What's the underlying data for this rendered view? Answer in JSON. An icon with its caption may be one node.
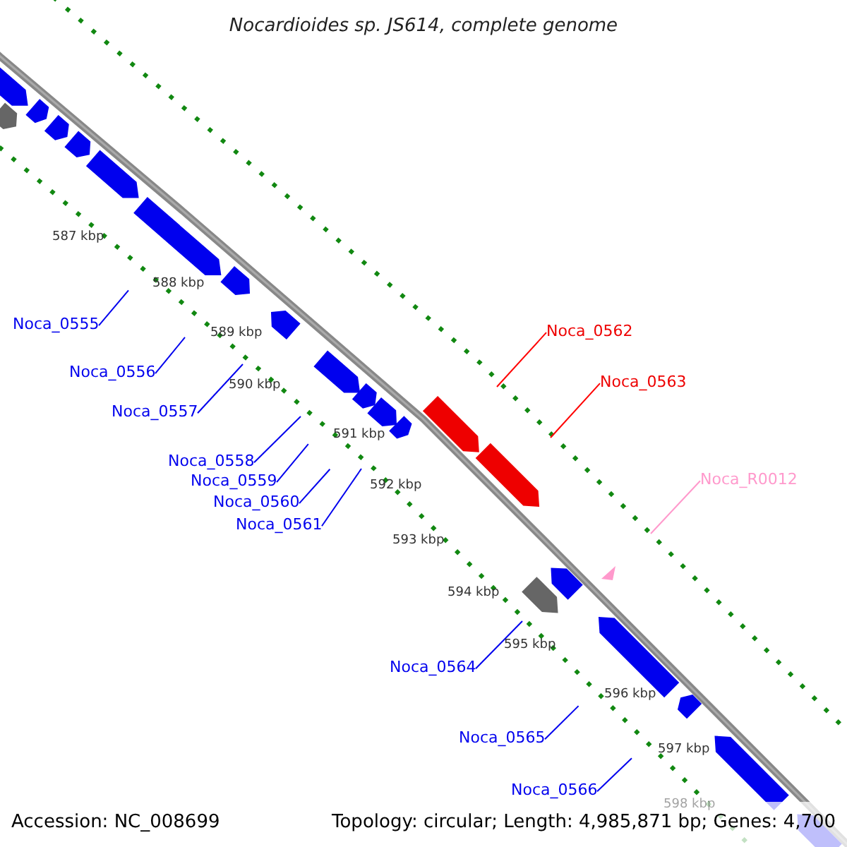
{
  "diagram": {
    "title": "Nocardioides sp. JS614, complete genome",
    "nodes": [
      {
        "text": [
          "Noca_0555"
        ]
      },
      {
        "text": [
          "Noca_0556"
        ]
      },
      {
        "text": [
          "Noca_0557"
        ]
      },
      {
        "text": [
          "Noca_0558"
        ]
      },
      {
        "text": [
          "Noca_0559"
        ]
      },
      {
        "text": [
          "Noca_0560"
        ]
      },
      {
        "text": [
          "Noca_0561"
        ]
      },
      {
        "text": [
          "Noca_0562"
        ]
      },
      {
        "text": [
          "Noca_0563"
        ]
      },
      {
        "text": [
          "Noca_R0012"
        ]
      },
      {
        "text": [
          "Noca_0564"
        ]
      },
      {
        "text": [
          "Noca_0565"
        ]
      },
      {
        "text": [
          "Noca_0566"
        ]
      }
    ],
    "edges": [
      {
        "from": 0,
        "to": null,
        "arrow": "none"
      },
      {
        "from": 1,
        "to": null,
        "arrow": "none"
      },
      {
        "from": 2,
        "to": null,
        "arrow": "none"
      },
      {
        "from": 3,
        "to": null,
        "arrow": "none"
      },
      {
        "from": 4,
        "to": null,
        "arrow": "none"
      },
      {
        "from": 5,
        "to": null,
        "arrow": "none"
      },
      {
        "from": 6,
        "to": null,
        "arrow": "none"
      },
      {
        "from": 7,
        "to": null,
        "arrow": "none",
        "color": "#ff0000"
      },
      {
        "from": 8,
        "to": null,
        "arrow": "none",
        "color": "#ff0000"
      },
      {
        "from": 9,
        "to": null,
        "arrow": "none",
        "color": "#ff99cc"
      },
      {
        "from": 10,
        "to": null,
        "arrow": "none"
      },
      {
        "from": 11,
        "to": null,
        "arrow": "none"
      },
      {
        "from": 12,
        "to": null,
        "arrow": "none"
      }
    ],
    "labels": [
      "587 kbp",
      "588 kbp",
      "589 kbp",
      "590 kbp",
      "591 kbp",
      "592 kbp",
      "593 kbp",
      "594 kbp",
      "595 kbp",
      "596 kbp",
      "597 kbp",
      "598 kbp",
      "Accession: NC_008699",
      "Topology: circular; Length: 4,985,871 bp; Genes: 4,700"
    ]
  }
}
